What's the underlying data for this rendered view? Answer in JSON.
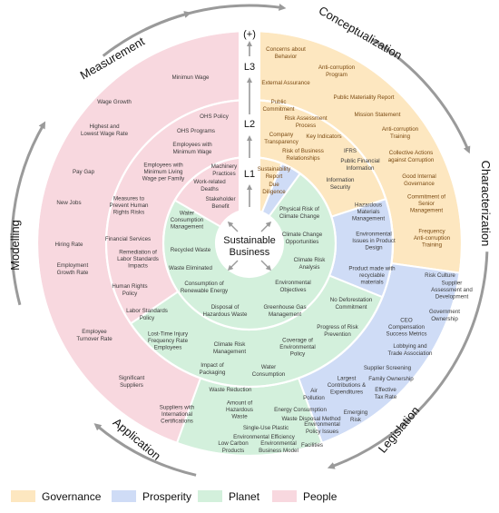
{
  "colors": {
    "governance": "#fde7c0",
    "prosperity": "#cfdcf6",
    "planet": "#d3f0dc",
    "people": "#f8d8df",
    "arrow": "#9a9a9a",
    "ring_line": "#ffffff"
  },
  "center": {
    "line1": "Sustainable",
    "line2": "Business"
  },
  "levels": {
    "plus": "(+)",
    "l3": "L3",
    "l2": "L2",
    "l1": "L1",
    "minus": "(–)"
  },
  "cycle": {
    "conceptualization": "Conceptualization",
    "characterization": "Characterization",
    "legislation": "Legislation",
    "application": "Application",
    "modelling": "Modelling",
    "measurement": "Measurement"
  },
  "legend": [
    {
      "label": "Governance",
      "color": "#fde7c0"
    },
    {
      "label": "Prosperity",
      "color": "#cfdcf6"
    },
    {
      "label": "Planet",
      "color": "#d3f0dc"
    },
    {
      "label": "People",
      "color": "#f8d8df"
    }
  ],
  "labels": [
    {
      "id": "gov-concerns",
      "cat": "gov",
      "lines": [
        "Concerns about",
        "Behavior"
      ]
    },
    {
      "id": "gov-anticorr-program",
      "cat": "gov",
      "lines": [
        "Anti-corruption",
        "Program"
      ]
    },
    {
      "id": "gov-external-assurance",
      "cat": "gov",
      "lines": [
        "External Assurance"
      ]
    },
    {
      "id": "gov-public-materiality",
      "cat": "gov",
      "lines": [
        "Public Materiality Report"
      ]
    },
    {
      "id": "gov-public-commitment",
      "cat": "gov",
      "lines": [
        "Public",
        "Commitment"
      ]
    },
    {
      "id": "gov-mission",
      "cat": "gov",
      "lines": [
        "Mission Statement"
      ]
    },
    {
      "id": "gov-risk-assessment",
      "cat": "gov",
      "lines": [
        "Risk Assessment",
        "Process"
      ]
    },
    {
      "id": "gov-company-transparency",
      "cat": "gov",
      "lines": [
        "Company",
        "Transparency"
      ]
    },
    {
      "id": "gov-key-indicators",
      "cat": "gov",
      "lines": [
        "Key Indicators"
      ]
    },
    {
      "id": "gov-anticorr-training",
      "cat": "gov",
      "lines": [
        "Anti-corruption",
        "Training"
      ]
    },
    {
      "id": "gov-risk-business",
      "cat": "gov",
      "lines": [
        "Risk of Business",
        "Relationships"
      ]
    },
    {
      "id": "gov-collective-actions",
      "cat": "gov",
      "lines": [
        "Collective Actions",
        "against Corruption"
      ]
    },
    {
      "id": "gov-sustainability-report",
      "cat": "gov",
      "lines": [
        "Sustainability",
        "Report"
      ]
    },
    {
      "id": "gov-due-diligence",
      "cat": "gov",
      "lines": [
        "Due",
        "Diligence"
      ]
    },
    {
      "id": "gov-good-internal",
      "cat": "gov",
      "lines": [
        "Good Internal",
        "Governance"
      ]
    },
    {
      "id": "gov-commitment-senior",
      "cat": "gov",
      "lines": [
        "Commitment of",
        "Senior",
        "Management"
      ]
    },
    {
      "id": "gov-frequency-training",
      "cat": "gov",
      "lines": [
        "Frequency",
        "Anti-corruption",
        "Training"
      ]
    },
    {
      "id": "pros-ifrs",
      "cat": "pros",
      "lines": [
        "IFRS"
      ]
    },
    {
      "id": "pros-public-financial",
      "cat": "pros",
      "lines": [
        "Public Financial",
        "Information"
      ]
    },
    {
      "id": "pros-info-security",
      "cat": "pros",
      "lines": [
        "Information",
        "Security"
      ]
    },
    {
      "id": "pros-risk-culture",
      "cat": "pros",
      "lines": [
        "Risk Culture"
      ]
    },
    {
      "id": "pros-supplier-assessment",
      "cat": "pros",
      "lines": [
        "Supplier",
        "Assessment and",
        "Development"
      ]
    },
    {
      "id": "pros-gov-ownership",
      "cat": "pros",
      "lines": [
        "Government",
        "Ownership"
      ]
    },
    {
      "id": "pros-ceo-comp",
      "cat": "pros",
      "lines": [
        "CEO",
        "Compensation",
        "Success Metrics"
      ]
    },
    {
      "id": "pros-lobbying",
      "cat": "pros",
      "lines": [
        "Lobbying and",
        "Trade Association"
      ]
    },
    {
      "id": "pros-supplier-screening",
      "cat": "pros",
      "lines": [
        "Supplier Screening"
      ]
    },
    {
      "id": "pros-family-ownership",
      "cat": "pros",
      "lines": [
        "Family Ownership"
      ]
    },
    {
      "id": "pros-largest-contrib",
      "cat": "pros",
      "lines": [
        "Largest",
        "Contributions &",
        "Expenditures"
      ]
    },
    {
      "id": "pros-effective-tax",
      "cat": "pros",
      "lines": [
        "Effective",
        "Tax Rate"
      ]
    },
    {
      "id": "pros-emerging-risk",
      "cat": "pros",
      "lines": [
        "Emerging",
        "Risk"
      ]
    },
    {
      "id": "pl-physical-risk",
      "cat": "planet",
      "lines": [
        "Physical Risk of",
        "Climate Change"
      ]
    },
    {
      "id": "pl-hazardous-mat",
      "cat": "planet",
      "lines": [
        "Hazardous",
        "Materials",
        "Management"
      ]
    },
    {
      "id": "pl-climate-opps",
      "cat": "planet",
      "lines": [
        "Climate Change",
        "Opportunities"
      ]
    },
    {
      "id": "pl-env-issues-product",
      "cat": "planet",
      "lines": [
        "Environmental",
        "Issues in Product",
        "Design"
      ]
    },
    {
      "id": "pl-climate-risk-analysis",
      "cat": "planet",
      "lines": [
        "Climate Risk",
        "Analysis"
      ]
    },
    {
      "id": "pl-product-recyclable",
      "cat": "planet",
      "lines": [
        "Product made with",
        "recyclable",
        "materials"
      ]
    },
    {
      "id": "pl-env-objectives",
      "cat": "planet",
      "lines": [
        "Environmental",
        "Objectives"
      ]
    },
    {
      "id": "pl-no-deforestation",
      "cat": "planet",
      "lines": [
        "No Deforestation",
        "Commitment"
      ]
    },
    {
      "id": "pl-water-consumption-mgmt",
      "cat": "planet",
      "lines": [
        "Water",
        "Consumption",
        "Management"
      ]
    },
    {
      "id": "pl-recycled-waste",
      "cat": "planet",
      "lines": [
        "Recycled Waste"
      ]
    },
    {
      "id": "pl-waste-eliminated",
      "cat": "planet",
      "lines": [
        "Waste Eliminated"
      ]
    },
    {
      "id": "pl-renewable-energy",
      "cat": "planet",
      "lines": [
        "Consumption of",
        "Renewable Energy"
      ]
    },
    {
      "id": "pl-disposal-hazardous",
      "cat": "planet",
      "lines": [
        "Disposal of",
        "Hazardous Waste"
      ]
    },
    {
      "id": "pl-ghg-mgmt",
      "cat": "planet",
      "lines": [
        "Greenhouse Gas",
        "Management"
      ]
    },
    {
      "id": "pl-progress-risk",
      "cat": "planet",
      "lines": [
        "Progress of Risk",
        "Prevention"
      ]
    },
    {
      "id": "pl-climate-risk-mgmt",
      "cat": "planet",
      "lines": [
        "Climate Risk",
        "Management"
      ]
    },
    {
      "id": "pl-coverage-env-policy",
      "cat": "planet",
      "lines": [
        "Coverage of",
        "Environmental",
        "Policy"
      ]
    },
    {
      "id": "pl-impact-packaging",
      "cat": "planet",
      "lines": [
        "Impact of",
        "Packaging"
      ]
    },
    {
      "id": "pl-water-consumption",
      "cat": "planet",
      "lines": [
        "Water",
        "Consumption"
      ]
    },
    {
      "id": "pl-waste-reduction",
      "cat": "planet",
      "lines": [
        "Waste Reduction"
      ]
    },
    {
      "id": "pl-air-pollution",
      "cat": "planet",
      "lines": [
        "Air",
        "Pollution"
      ]
    },
    {
      "id": "pl-amount-hazardous",
      "cat": "planet",
      "lines": [
        "Amount of",
        "Hazardous",
        "Waste"
      ]
    },
    {
      "id": "pl-energy-consumption",
      "cat": "planet",
      "lines": [
        "Energy Consumption"
      ]
    },
    {
      "id": "pl-waste-disposal-method",
      "cat": "planet",
      "lines": [
        "Waste Disposal Method"
      ]
    },
    {
      "id": "pl-single-use-plastic",
      "cat": "planet",
      "lines": [
        "Single-Use Plastic"
      ]
    },
    {
      "id": "pl-env-policy-issues",
      "cat": "planet",
      "lines": [
        "Environmental",
        "Policy Issues"
      ]
    },
    {
      "id": "pl-env-efficiency",
      "cat": "planet",
      "lines": [
        "Environmental Efficiency"
      ]
    },
    {
      "id": "pl-facilities",
      "cat": "planet",
      "lines": [
        "Facilities"
      ]
    },
    {
      "id": "pl-low-carbon",
      "cat": "planet",
      "lines": [
        "Low Carbon",
        "Products"
      ]
    },
    {
      "id": "pl-env-business-model",
      "cat": "planet",
      "lines": [
        "Environmental",
        "Business Model"
      ]
    },
    {
      "id": "pe-minimum-wage",
      "cat": "people",
      "lines": [
        "Minimun Wage"
      ]
    },
    {
      "id": "pe-wage-growth",
      "cat": "people",
      "lines": [
        "Wage Growth"
      ]
    },
    {
      "id": "pe-ohs-policy",
      "cat": "people",
      "lines": [
        "OHS Policy"
      ]
    },
    {
      "id": "pe-highest-lowest",
      "cat": "people",
      "lines": [
        "Highest and",
        "Lowest Wage Rate"
      ]
    },
    {
      "id": "pe-ohs-programs",
      "cat": "people",
      "lines": [
        "OHS Programs"
      ]
    },
    {
      "id": "pe-employees-min-wage",
      "cat": "people",
      "lines": [
        "Employees with",
        "Minimum Wage"
      ]
    },
    {
      "id": "pe-pay-gap",
      "cat": "people",
      "lines": [
        "Pay Gap"
      ]
    },
    {
      "id": "pe-employees-living-wage",
      "cat": "people",
      "lines": [
        "Employees with",
        "Minimum Living",
        "Wage per Family"
      ]
    },
    {
      "id": "pe-machinery",
      "cat": "people",
      "lines": [
        "Machinery",
        "Practices"
      ]
    },
    {
      "id": "pe-work-deaths",
      "cat": "people",
      "lines": [
        "Work-related",
        "Deaths"
      ]
    },
    {
      "id": "pe-new-jobs",
      "cat": "people",
      "lines": [
        "New Jobs"
      ]
    },
    {
      "id": "pe-measures-hr",
      "cat": "people",
      "lines": [
        "Measures to",
        "Prevent Human",
        "Rights Risks"
      ]
    },
    {
      "id": "pe-stakeholder",
      "cat": "people",
      "lines": [
        "Stakeholder",
        "Benefit"
      ]
    },
    {
      "id": "pe-financial-services",
      "cat": "people",
      "lines": [
        "Financial Services"
      ]
    },
    {
      "id": "pe-hiring-rate",
      "cat": "people",
      "lines": [
        "Hiring Rate"
      ]
    },
    {
      "id": "pe-remediation",
      "cat": "people",
      "lines": [
        "Remediation of",
        "Labor Standards",
        "Impacts"
      ]
    },
    {
      "id": "pe-employment-growth",
      "cat": "people",
      "lines": [
        "Employment",
        "Growth Rate"
      ]
    },
    {
      "id": "pe-hr-policy",
      "cat": "people",
      "lines": [
        "Human Rights",
        "Policy"
      ]
    },
    {
      "id": "pe-labor-standards",
      "cat": "people",
      "lines": [
        "Labor Standards",
        "Policy"
      ]
    },
    {
      "id": "pe-turnover",
      "cat": "people",
      "lines": [
        "Employee",
        "Turnover Rate"
      ]
    },
    {
      "id": "pe-lost-time",
      "cat": "people",
      "lines": [
        "Lost-Time Injury",
        "Frequency Rate",
        "Employees"
      ]
    },
    {
      "id": "pe-significant-suppliers",
      "cat": "people",
      "lines": [
        "Significant",
        "Suppliers"
      ]
    },
    {
      "id": "pe-suppliers-certs",
      "cat": "people",
      "lines": [
        "Suppliers with",
        "International",
        "Certifications"
      ]
    }
  ]
}
